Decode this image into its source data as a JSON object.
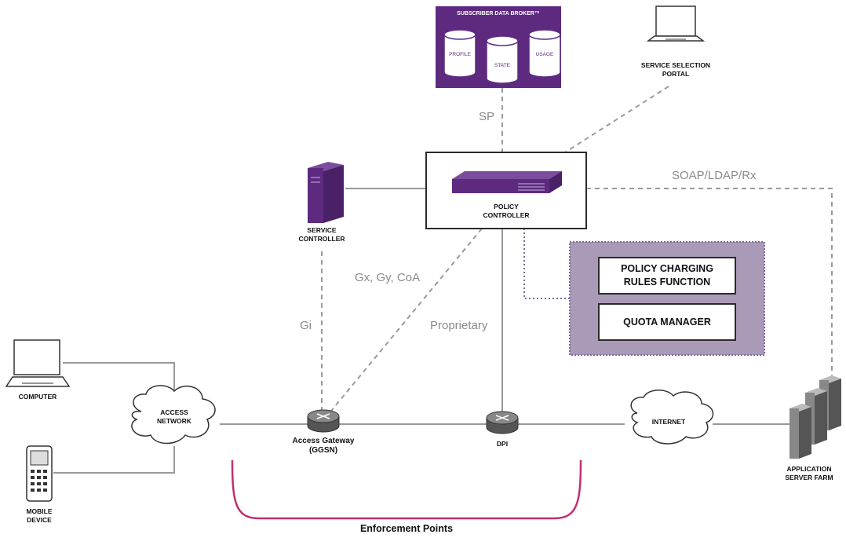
{
  "sdb": {
    "title": "SUBSCRIBER DATA BROKER™",
    "db_profile": "PROFILE",
    "db_state": "STATE",
    "db_usage": "USAGE"
  },
  "portal": {
    "line1": "SERVICE SELECTION",
    "line2": "PORTAL"
  },
  "policy_controller": {
    "line1": "POLICY",
    "line2": "CONTROLLER"
  },
  "service_controller": {
    "line1": "SERVICE",
    "line2": "CONTROLLER"
  },
  "pcrf": {
    "line1": "POLICY CHARGING",
    "line2": "RULES FUNCTION"
  },
  "quota_manager": {
    "label": "QUOTA MANAGER"
  },
  "protocols": {
    "sp": "SP",
    "soap": "SOAP/LDAP/Rx",
    "gx": "Gx, Gy, CoA",
    "gi": "Gi",
    "proprietary": "Proprietary"
  },
  "computer": {
    "label": "COMPUTER"
  },
  "mobile": {
    "line1": "MOBILE",
    "line2": "DEVICE"
  },
  "access_network": {
    "line1": "ACCESS",
    "line2": "NETWORK"
  },
  "access_gateway": {
    "line1": "Access Gateway",
    "line2": "(GGSN)"
  },
  "dpi": {
    "label": "DPI"
  },
  "internet": {
    "label": "INTERNET"
  },
  "server_farm": {
    "line1": "APPLICATION",
    "line2": "SERVER FARM"
  },
  "enforcement": {
    "label": "Enforcement Points"
  },
  "colors": {
    "purple": "#5d2a80",
    "purple_light": "#a99bb8",
    "bracket": "#c0306f",
    "line": "#9a9a9a"
  }
}
